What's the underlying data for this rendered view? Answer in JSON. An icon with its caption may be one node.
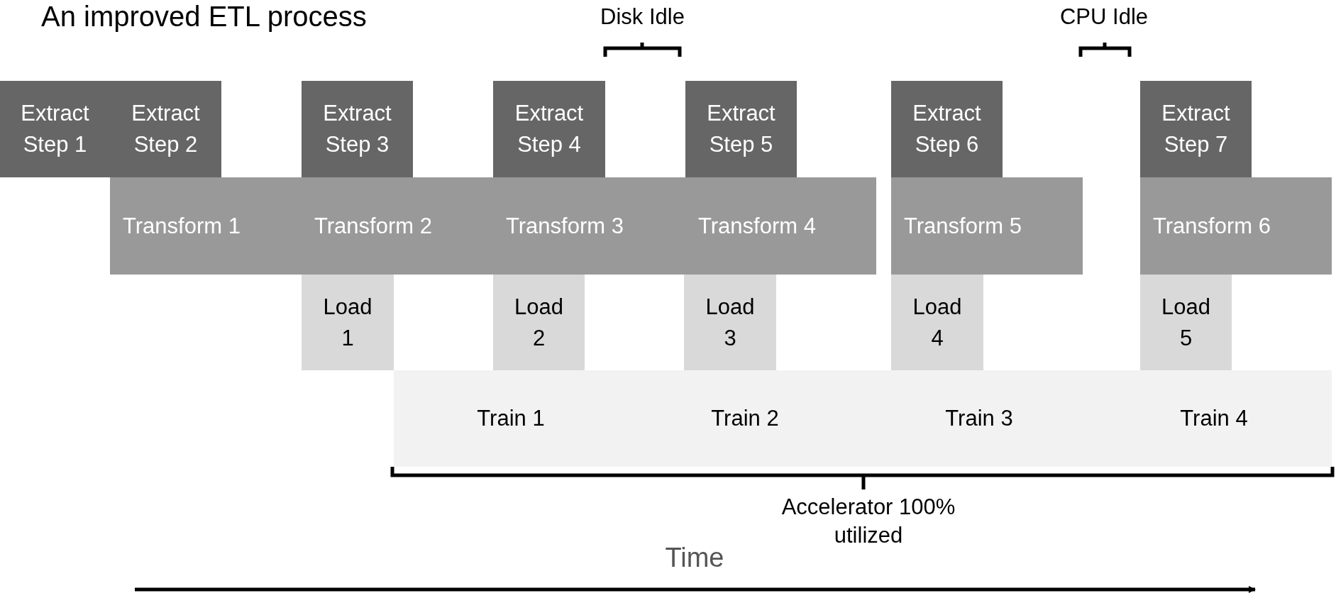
{
  "diagram": {
    "title": "An improved ETL process",
    "nodes": [
      {
        "text": [
          "Extract Step 1"
        ]
      },
      {
        "text": [
          "Extract Step 2"
        ]
      },
      {
        "text": [
          "Extract Step 3"
        ]
      },
      {
        "text": [
          "Extract Step 4"
        ]
      },
      {
        "text": [
          "Extract Step 5"
        ]
      },
      {
        "text": [
          "Extract Step 6"
        ]
      },
      {
        "text": [
          "Extract Step 7"
        ]
      },
      {
        "text": [
          "Transform 1"
        ]
      },
      {
        "text": [
          "Transform 2"
        ]
      },
      {
        "text": [
          "Transform 3"
        ]
      },
      {
        "text": [
          "Transform 4"
        ]
      },
      {
        "text": [
          "Transform 5"
        ]
      },
      {
        "text": [
          "Transform 6"
        ]
      },
      {
        "text": [
          "Load 1"
        ]
      },
      {
        "text": [
          "Load 2"
        ]
      },
      {
        "text": [
          "Load 3"
        ]
      },
      {
        "text": [
          "Load 4"
        ]
      },
      {
        "text": [
          "Load 5"
        ]
      },
      {
        "text": [
          "Train 1"
        ]
      },
      {
        "text": [
          "Train 2"
        ]
      },
      {
        "text": [
          "Train 3"
        ]
      },
      {
        "text": [
          "Train 4"
        ]
      }
    ],
    "edges": [],
    "labels": [
      "Disk Idle",
      "CPU Idle",
      "Accelerator 100% utilized",
      "Time"
    ]
  }
}
